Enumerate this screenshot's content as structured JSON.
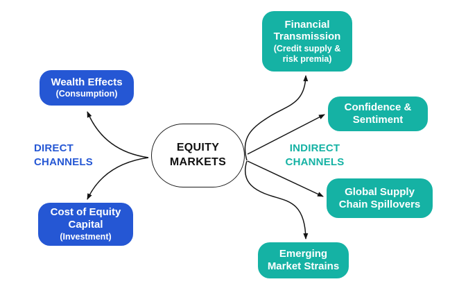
{
  "diagram": {
    "center_node": {
      "label": "EQUITY MARKETS"
    },
    "left_label": "DIRECT CHANNELS",
    "right_label": "INDIRECT CHANNELS",
    "left_nodes": [
      {
        "title": "Wealth Effects",
        "subtitle": "(Consumption)"
      },
      {
        "title": "Cost of Equity Capital",
        "subtitle": "(Investment)"
      }
    ],
    "right_nodes": [
      {
        "title": "Financial Transmission",
        "subtitle": "(Credit supply & risk premia)"
      },
      {
        "title": "Confidence & Sentiment"
      },
      {
        "title": "Global Supply Chain Spillovers"
      },
      {
        "title": "Emerging Market Strains"
      }
    ],
    "colors": {
      "direct_blue": "#2557d4",
      "indirect_teal": "#15b2a4",
      "connector_line": "#141414",
      "background": "#ffffff",
      "node_text": "#ffffff",
      "center_text": "#101010"
    }
  }
}
